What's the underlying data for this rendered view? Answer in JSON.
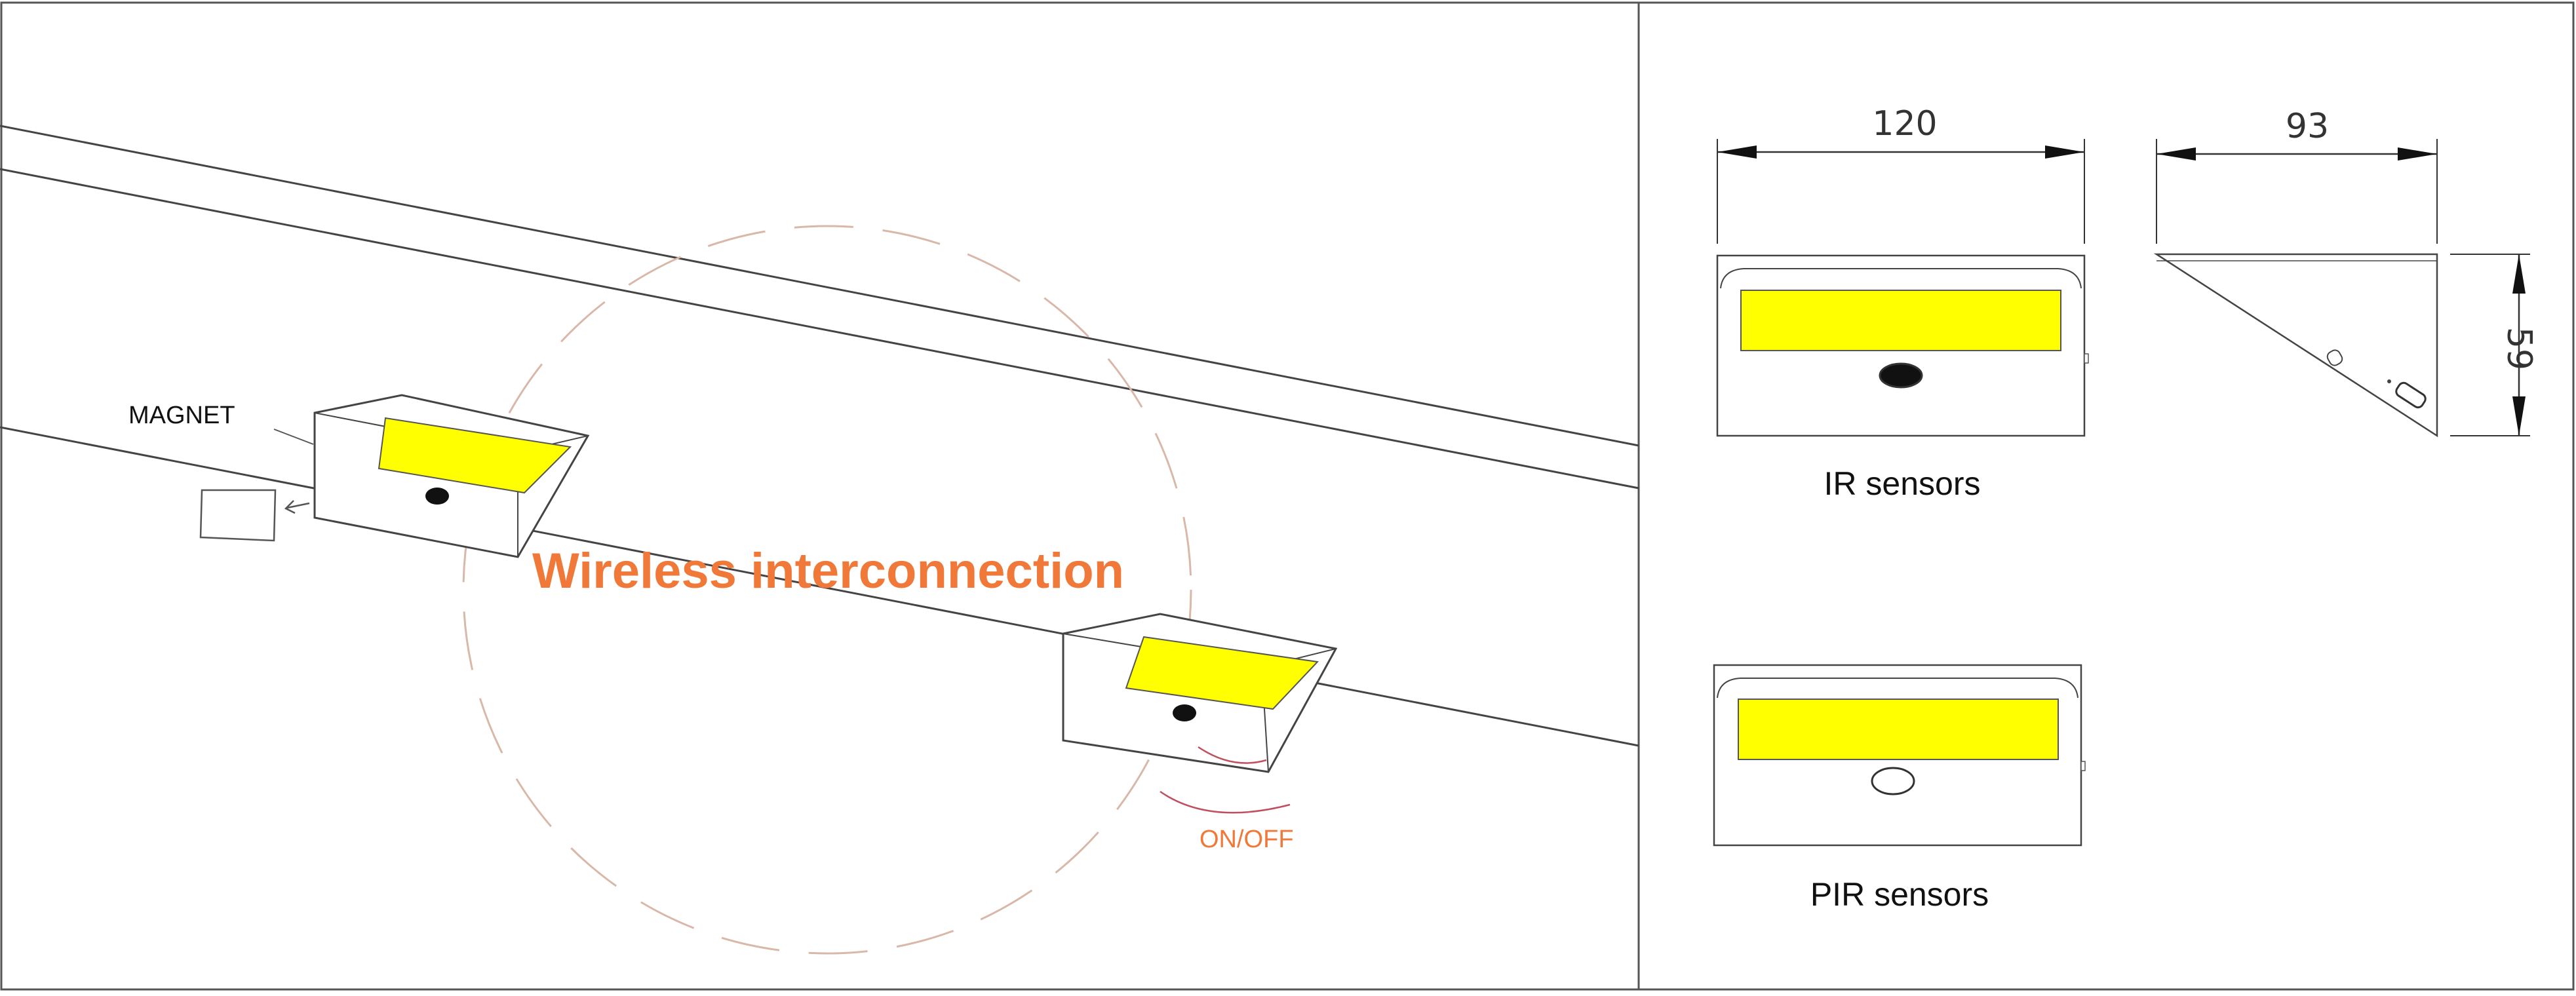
{
  "labels": {
    "magnet": "MAGNET",
    "wireless": "Wireless interconnection",
    "onoff": "ON/OFF",
    "ir_sensors": "IR sensors",
    "pir_sensors": "PIR sensors"
  },
  "dimensions": {
    "width": "120",
    "depth": "93",
    "height": "59"
  },
  "colors": {
    "led_panel": "#ffff00",
    "accent": "#f07838",
    "line": "#444444",
    "dashed_circle": "#d8b8a8",
    "arc": "#c05060"
  }
}
